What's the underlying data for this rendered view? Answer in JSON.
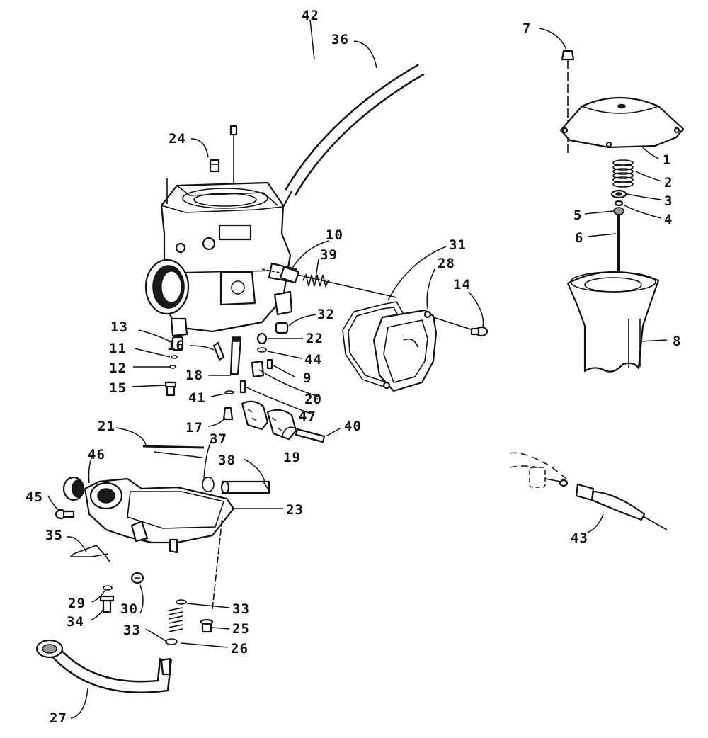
{
  "diagram": {
    "labels": {
      "p1": "1",
      "p2": "2",
      "p3": "3",
      "p4": "4",
      "p5": "5",
      "p6": "6",
      "p7": "7",
      "p8": "8",
      "p9": "9",
      "p10": "10",
      "p11": "11",
      "p12": "12",
      "p13": "13",
      "p14": "14",
      "p15": "15",
      "p16": "16",
      "p17": "17",
      "p18": "18",
      "p19": "19",
      "p20": "20",
      "p21": "21",
      "p22": "22",
      "p23": "23",
      "p24": "24",
      "p25": "25",
      "p26": "26",
      "p27": "27",
      "p28": "28",
      "p29": "29",
      "p30": "30",
      "p31": "31",
      "p32": "32",
      "p33a": "33",
      "p33b": "33",
      "p34": "34",
      "p35": "35",
      "p36": "36",
      "p37": "37",
      "p38": "38",
      "p39": "39",
      "p40": "40",
      "p41": "41",
      "p42": "42",
      "p43": "43",
      "p44": "44",
      "p45": "45",
      "p46": "46",
      "p47": "47"
    }
  }
}
